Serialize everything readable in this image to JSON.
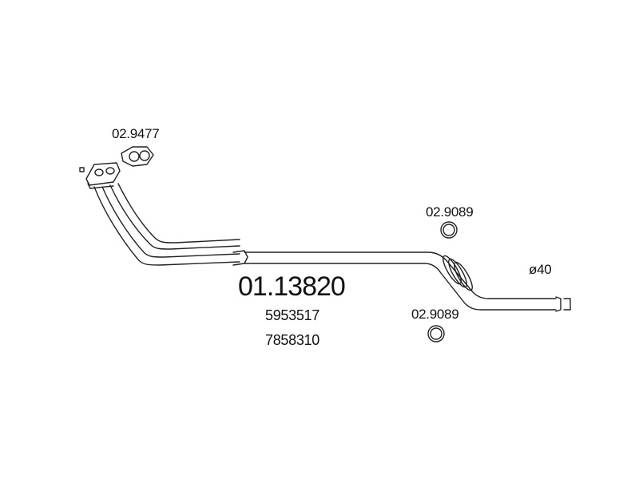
{
  "parts": {
    "main_number": "01.13820",
    "oe_numbers": [
      "5953517",
      "7858310"
    ],
    "flange_gasket": "02.9477",
    "ring_top": "02.9089",
    "ring_bottom": "02.9089",
    "diameter": "ø40"
  },
  "colors": {
    "line": "#222222",
    "background": "#ffffff"
  }
}
